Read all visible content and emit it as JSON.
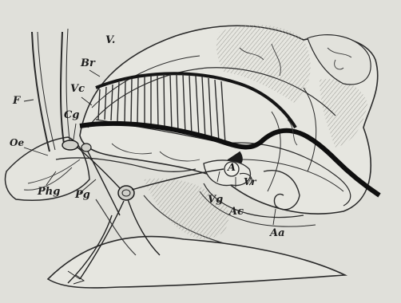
{
  "figure": {
    "labels": {
      "F": "F",
      "Br": "Br",
      "V_top": "V.",
      "Vc": "Vc",
      "Cg": "Cg",
      "Oe": "Oe",
      "Phg": "Phg",
      "Pg": "Pg",
      "A": "A",
      "Vr": "Vr",
      "Vg": "Vg",
      "Ac": "Ac",
      "Aa": "Aa"
    }
  }
}
